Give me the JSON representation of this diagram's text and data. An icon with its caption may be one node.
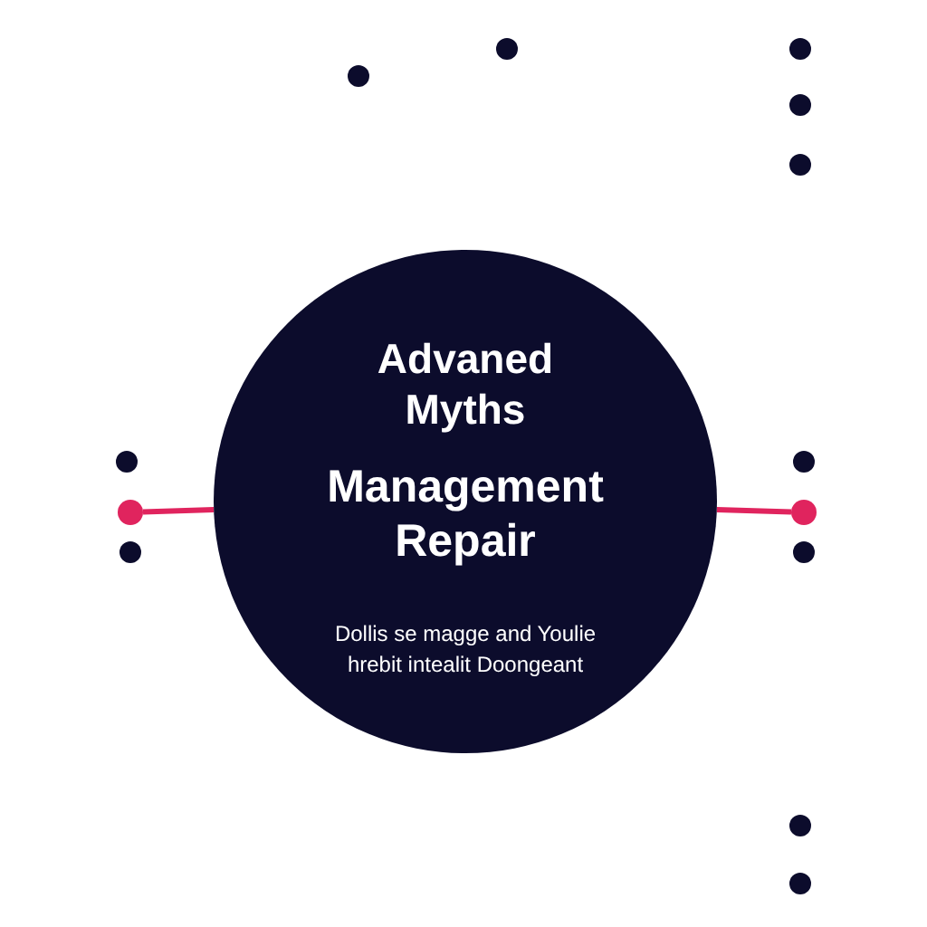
{
  "diagram": {
    "nodes": [
      {
        "text": [
          "Advaned Myths",
          "Management Repair",
          "Dollis se magge and Youlie hrebit intealit Doongeant"
        ]
      },
      {
        "text": [],
        "shape": "circle"
      },
      {
        "text": [],
        "shape": "circle"
      }
    ],
    "edges": [
      {
        "from": 0,
        "to": 1,
        "arrow": "none"
      },
      {
        "from": 0,
        "to": 2,
        "arrow": "none"
      }
    ]
  }
}
